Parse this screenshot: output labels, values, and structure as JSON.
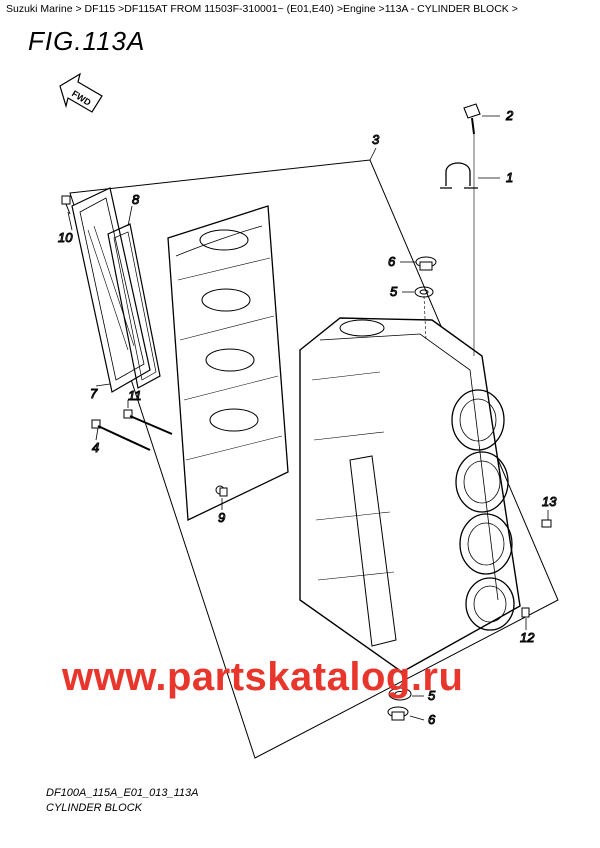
{
  "breadcrumb": "Suzuki Marine > DF115 >DF115AT FROM 11503F-310001~ (E01,E40) >Engine >113A - CYLINDER BLOCK >",
  "figure_title": "FIG.113A",
  "fwd_label": "FWD",
  "callouts": {
    "c1": "1",
    "c2": "2",
    "c3": "3",
    "c4": "4",
    "c5a": "5",
    "c5b": "5",
    "c6a": "6",
    "c6b": "6",
    "c7": "7",
    "c8": "8",
    "c9": "9",
    "c10": "10",
    "c11": "11",
    "c12": "12",
    "c13": "13"
  },
  "watermark": "www.partskatalog.ru",
  "reference_code": "DF100A_115A_E01_013_113A",
  "caption": "CYLINDER BLOCK",
  "colors": {
    "watermark": "#e8362c",
    "lines": "#000000"
  }
}
